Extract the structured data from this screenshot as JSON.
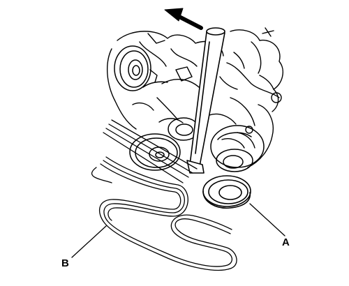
{
  "diagram": {
    "callouts": [
      {
        "id": "A",
        "label": "A"
      },
      {
        "id": "B",
        "label": "B"
      }
    ],
    "direction_arrow": "arrow-up-left-icon"
  }
}
